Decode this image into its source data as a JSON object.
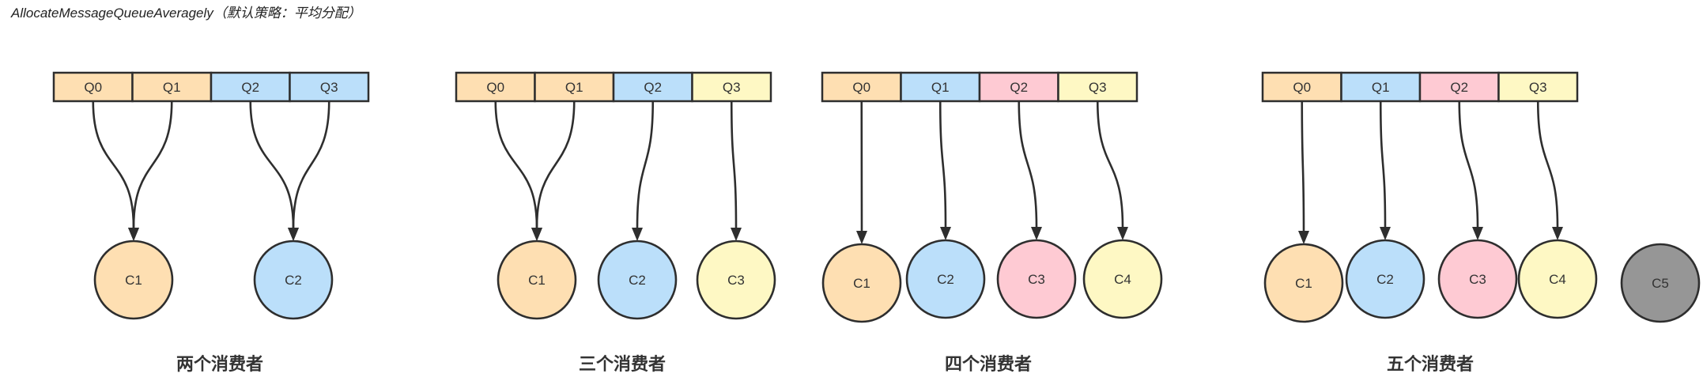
{
  "title": "AllocateMessageQueueAveragely（默认策略：平均分配）",
  "colors": {
    "orange": "#fedfb2",
    "blue": "#bbdffa",
    "pink": "#fecad3",
    "yellow": "#fef8c4",
    "gray": "#969696",
    "stroke": "#2e2e2e"
  },
  "scenarios": [
    {
      "caption": "两个消费者",
      "queues": [
        {
          "label": "Q0",
          "color": "orange",
          "consumer": "C1"
        },
        {
          "label": "Q1",
          "color": "orange",
          "consumer": "C1"
        },
        {
          "label": "Q2",
          "color": "blue",
          "consumer": "C2"
        },
        {
          "label": "Q3",
          "color": "blue",
          "consumer": "C2"
        }
      ],
      "consumers": [
        {
          "label": "C1",
          "color": "orange"
        },
        {
          "label": "C2",
          "color": "blue"
        }
      ]
    },
    {
      "caption": "三个消费者",
      "queues": [
        {
          "label": "Q0",
          "color": "orange",
          "consumer": "C1"
        },
        {
          "label": "Q1",
          "color": "orange",
          "consumer": "C1"
        },
        {
          "label": "Q2",
          "color": "blue",
          "consumer": "C2"
        },
        {
          "label": "Q3",
          "color": "yellow",
          "consumer": "C3"
        }
      ],
      "consumers": [
        {
          "label": "C1",
          "color": "orange"
        },
        {
          "label": "C2",
          "color": "blue"
        },
        {
          "label": "C3",
          "color": "yellow"
        }
      ]
    },
    {
      "caption": "四个消费者",
      "queues": [
        {
          "label": "Q0",
          "color": "orange",
          "consumer": "C1"
        },
        {
          "label": "Q1",
          "color": "blue",
          "consumer": "C2"
        },
        {
          "label": "Q2",
          "color": "pink",
          "consumer": "C3"
        },
        {
          "label": "Q3",
          "color": "yellow",
          "consumer": "C4"
        }
      ],
      "consumers": [
        {
          "label": "C1",
          "color": "orange"
        },
        {
          "label": "C2",
          "color": "blue"
        },
        {
          "label": "C3",
          "color": "pink"
        },
        {
          "label": "C4",
          "color": "yellow"
        }
      ]
    },
    {
      "caption": "五个消费者",
      "queues": [
        {
          "label": "Q0",
          "color": "orange",
          "consumer": "C1"
        },
        {
          "label": "Q1",
          "color": "blue",
          "consumer": "C2"
        },
        {
          "label": "Q2",
          "color": "pink",
          "consumer": "C3"
        },
        {
          "label": "Q3",
          "color": "yellow",
          "consumer": "C4"
        }
      ],
      "consumers": [
        {
          "label": "C1",
          "color": "orange"
        },
        {
          "label": "C2",
          "color": "blue"
        },
        {
          "label": "C3",
          "color": "pink"
        },
        {
          "label": "C4",
          "color": "yellow"
        },
        {
          "label": "C5",
          "color": "gray"
        }
      ]
    }
  ]
}
